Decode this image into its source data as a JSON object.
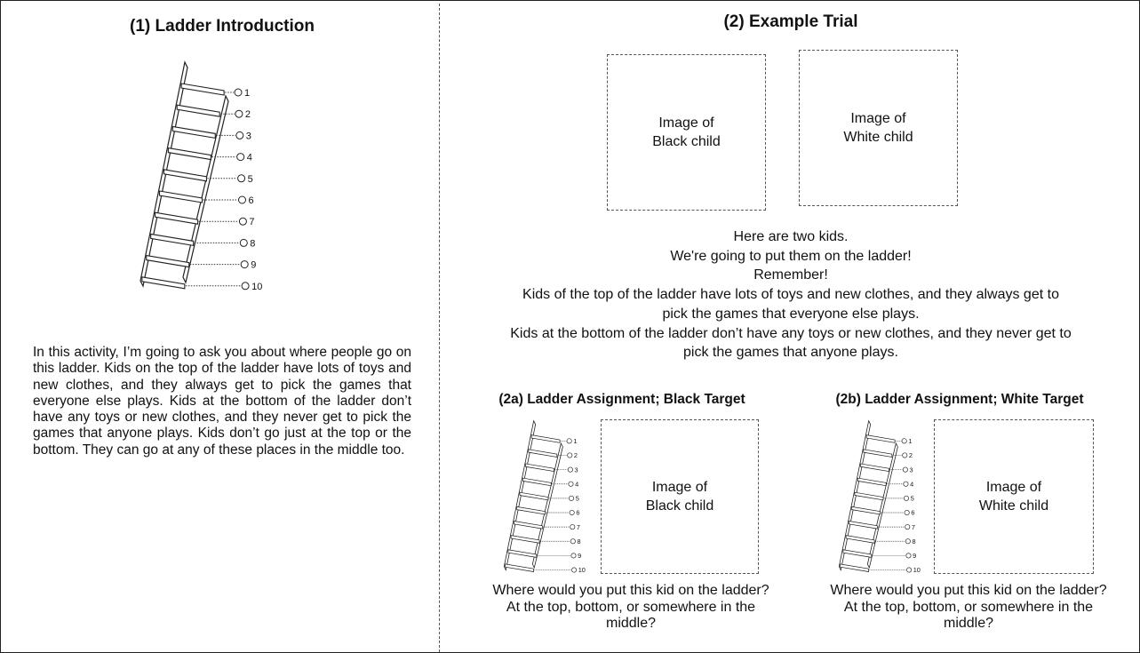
{
  "panel1": {
    "title": "(1) Ladder Introduction",
    "rungs": [
      "1",
      "2",
      "3",
      "4",
      "5",
      "6",
      "7",
      "8",
      "9",
      "10"
    ],
    "text": "In this activity, I’m going to ask you about where people go on this ladder. Kids on the top of the ladder have lots of toys and new clothes, and they always get to pick the games that everyone else plays. Kids at the bottom of the ladder don’t have any toys or new clothes, and they never get to pick the games that anyone plays. Kids don’t go just at the top or the bottom. They can go at any of these places in the middle too."
  },
  "panel2": {
    "title": "(2) Example Trial",
    "box_left": {
      "line1": "Image of",
      "line2": "Black child"
    },
    "box_right": {
      "line1": "Image of",
      "line2": "White child"
    },
    "script": [
      "Here are two kids.",
      "We're going to put them on the ladder!",
      "Remember!",
      "Kids of the top of the ladder have lots of toys and new clothes, and they always get to",
      "pick the games that everyone else plays.",
      "Kids at the bottom of the ladder don’t have any toys or new clothes, and they never get to",
      "pick the games that anyone plays."
    ],
    "sub_a": {
      "title": "(2a) Ladder Assignment; Black Target",
      "box": {
        "line1": "Image of",
        "line2": "Black child"
      },
      "question": [
        "Where would you put this kid on the ladder?",
        "At the top, bottom, or somewhere in the",
        "middle?"
      ]
    },
    "sub_b": {
      "title": "(2b) Ladder Assignment; White Target",
      "box": {
        "line1": "Image of",
        "line2": "White child"
      },
      "question": [
        "Where would you put this kid on the ladder?",
        "At the top, bottom, or somewhere in the",
        "middle?"
      ]
    }
  }
}
